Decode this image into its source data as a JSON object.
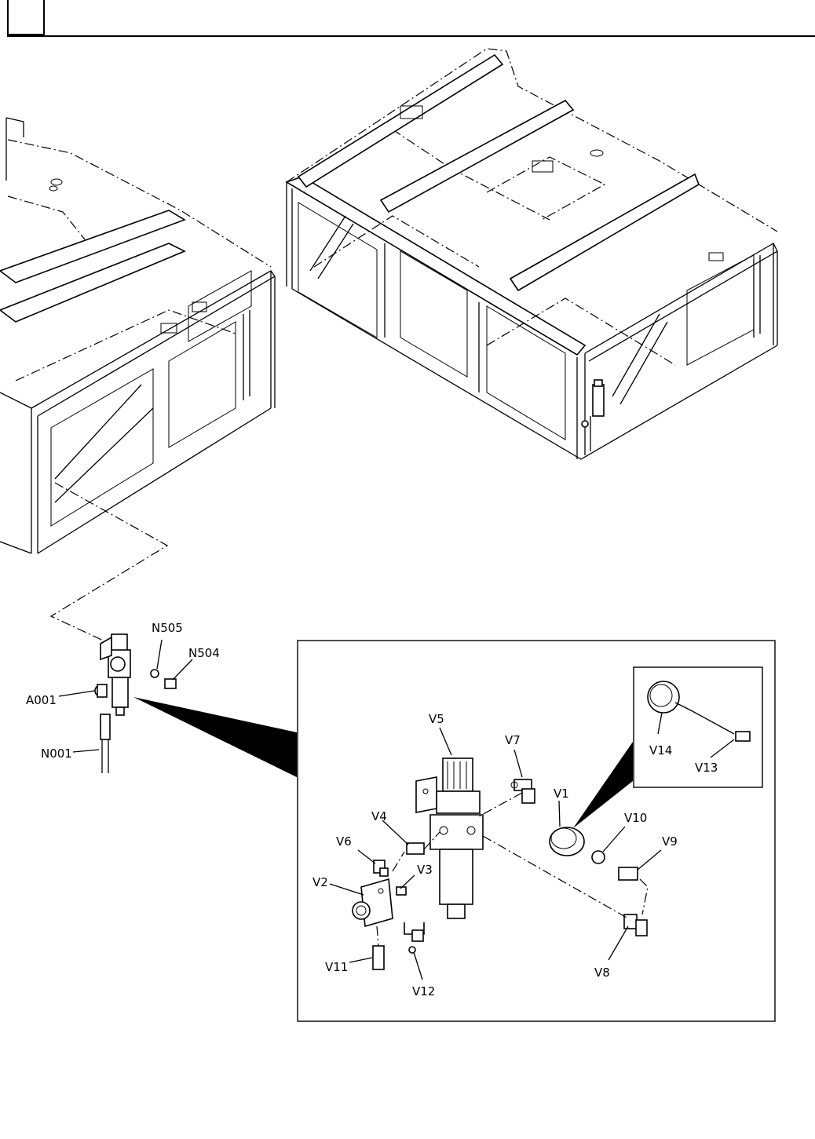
{
  "labels": {
    "n505": "N505",
    "n504": "N504",
    "a001": "A001",
    "n001": "N001",
    "v1": "V1",
    "v2": "V2",
    "v3": "V3",
    "v4": "V4",
    "v5": "V5",
    "v6": "V6",
    "v7": "V7",
    "v8": "V8",
    "v9": "V9",
    "v10": "V10",
    "v11": "V11",
    "v12": "V12",
    "v13": "V13",
    "v14": "V14"
  }
}
